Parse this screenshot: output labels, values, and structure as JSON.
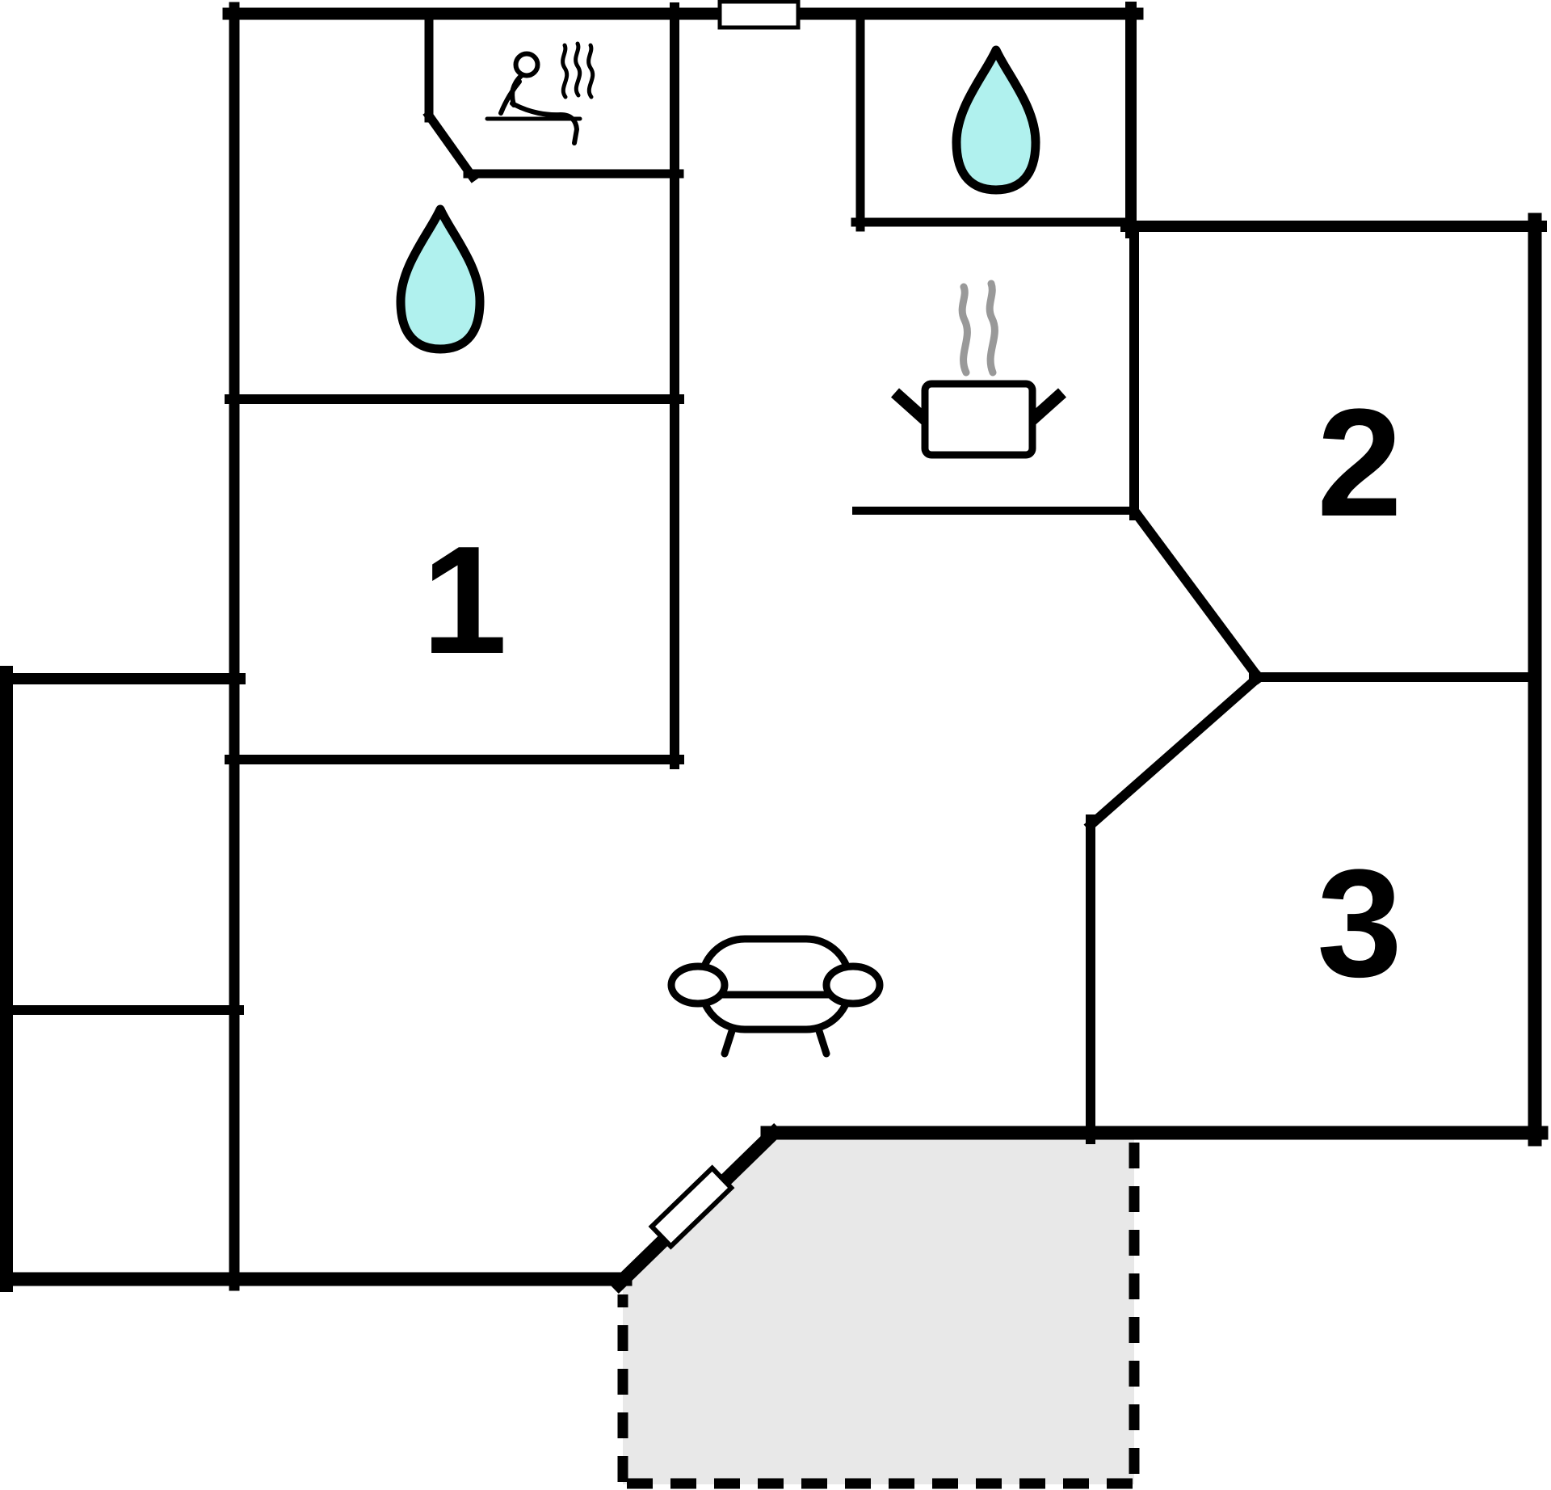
{
  "floor_plan": {
    "type": "holiday-house floor plan",
    "rooms": [
      {
        "label": "1"
      },
      {
        "label": "2"
      },
      {
        "label": "3"
      }
    ],
    "icons": [
      {
        "name": "sauna-icon"
      },
      {
        "name": "water-drop-icon-left-bathroom"
      },
      {
        "name": "water-drop-icon-top-bathroom"
      },
      {
        "name": "cooking-pot-icon"
      },
      {
        "name": "sofa-icon"
      },
      {
        "name": "entry-door-icon"
      },
      {
        "name": "terrace-door-icon"
      }
    ],
    "colors": {
      "wall": "#000000",
      "water_drop_fill": "#b0f1ee",
      "terrace_fill": "#e8e8e8",
      "pot_steam": "#999999",
      "door_fill": "#ffffff",
      "icon_fill": "#ffffff"
    }
  }
}
